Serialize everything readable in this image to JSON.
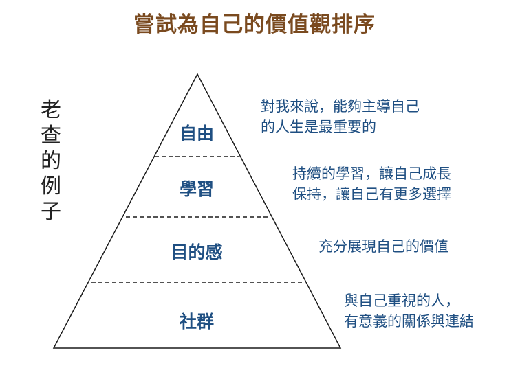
{
  "title": "嘗試為自己的價值觀排序",
  "side_label": [
    "老",
    "查",
    "的",
    "例",
    "子"
  ],
  "levels": [
    {
      "label": "自由",
      "description": [
        "對我來說，能夠主導自己",
        "的人生是最重要的"
      ]
    },
    {
      "label": "學習",
      "description": [
        "持續的學習，讓自己成長",
        "保持，讓自己有更多選擇"
      ]
    },
    {
      "label": "目的感",
      "description": [
        "充分展現自己的價值"
      ]
    },
    {
      "label": "社群",
      "description": [
        "與自己重視的人，",
        "有意義的關係與連結"
      ]
    }
  ],
  "colors": {
    "title": "#7a4a1f",
    "label": "#1f4f82",
    "description": "#1f4f82",
    "outline": "#1a1a1a"
  }
}
